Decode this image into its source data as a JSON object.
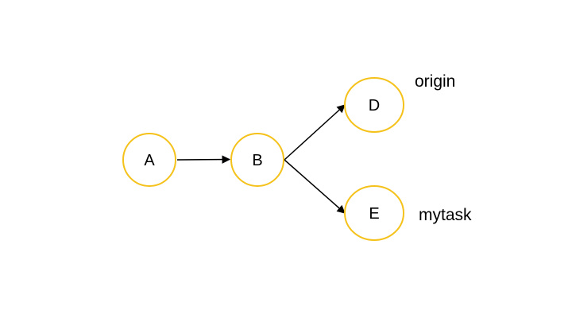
{
  "diagram": {
    "node_stroke_color": "#F5C21B",
    "edge_color": "#000000",
    "nodes": [
      {
        "id": "A",
        "label": "A"
      },
      {
        "id": "B",
        "label": "B"
      },
      {
        "id": "D",
        "label": "D"
      },
      {
        "id": "E",
        "label": "E"
      }
    ],
    "edges": [
      {
        "from": "A",
        "to": "B"
      },
      {
        "from": "B",
        "to": "D"
      },
      {
        "from": "B",
        "to": "E"
      }
    ],
    "branch_labels": [
      {
        "node": "D",
        "text": "origin"
      },
      {
        "node": "E",
        "text": "mytask"
      }
    ]
  }
}
